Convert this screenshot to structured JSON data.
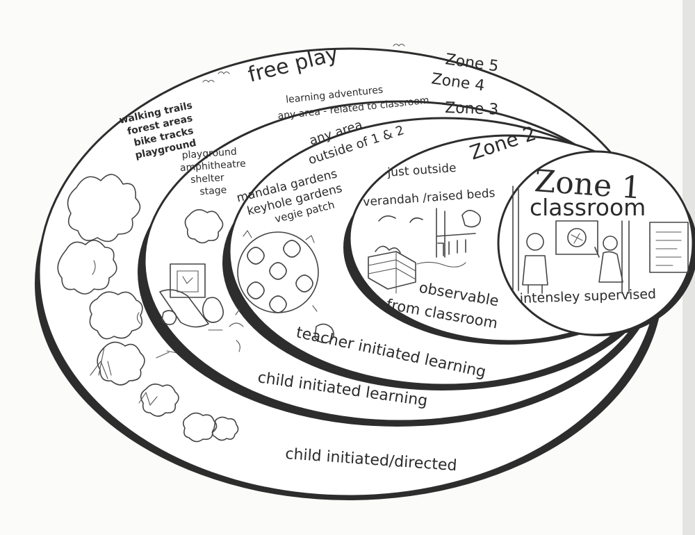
{
  "zones": [
    {
      "id": "zone1",
      "label": "Zone 1",
      "place": "classroom",
      "supervision": "intensley supervised"
    },
    {
      "id": "zone2",
      "label": "Zone 2",
      "place_lines": [
        "just outside",
        "verandah /raised beds"
      ],
      "note_lines": [
        "observable",
        "from classroom"
      ]
    },
    {
      "id": "zone3",
      "label": "Zone 3",
      "place_lines": [
        "any area",
        "outside of 1 & 2"
      ],
      "example_lines": [
        "mandala gardens",
        "keyhole gardens",
        "vegie patch"
      ],
      "learning": "teacher initiated learning"
    },
    {
      "id": "zone4",
      "label": "Zone 4",
      "place_lines": [
        "learning adventures",
        "any area - related to classroom"
      ],
      "example_lines": [
        "playground",
        "amphitheatre",
        "shelter",
        "stage"
      ],
      "learning": "child initiated learning"
    },
    {
      "id": "zone5",
      "label": "Zone 5",
      "place": "free play",
      "example_lines": [
        "walking trails",
        "forest areas",
        "bike tracks",
        "playground"
      ],
      "learning": "child initiated/directed"
    }
  ]
}
